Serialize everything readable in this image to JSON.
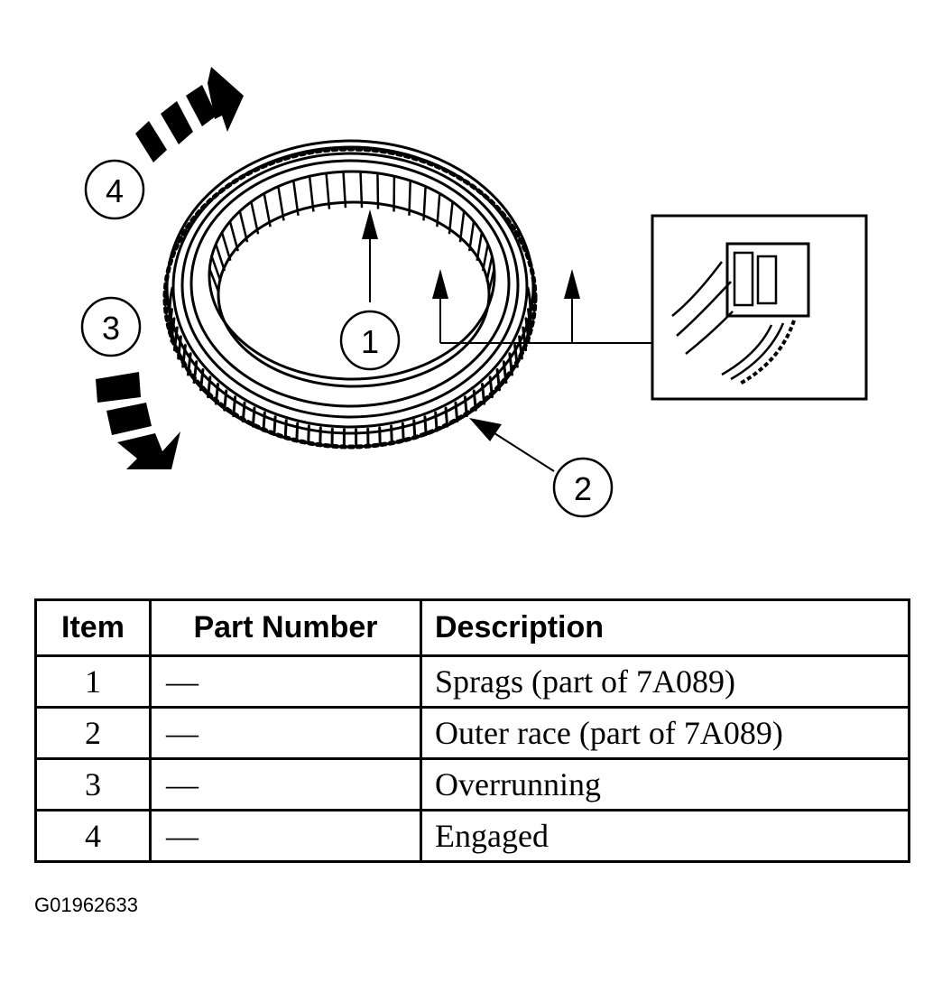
{
  "callouts": {
    "c1": "1",
    "c2": "2",
    "c3": "3",
    "c4": "4"
  },
  "table": {
    "headers": {
      "item": "Item",
      "part_number": "Part Number",
      "description": "Description"
    },
    "rows": [
      {
        "item": "1",
        "part_number": "—",
        "description": "Sprags (part of 7A089)"
      },
      {
        "item": "2",
        "part_number": "—",
        "description": "Outer race (part of 7A089)"
      },
      {
        "item": "3",
        "part_number": "—",
        "description": "Overrunning"
      },
      {
        "item": "4",
        "part_number": "—",
        "description": "Engaged"
      }
    ]
  },
  "figure_id": "G01962633"
}
